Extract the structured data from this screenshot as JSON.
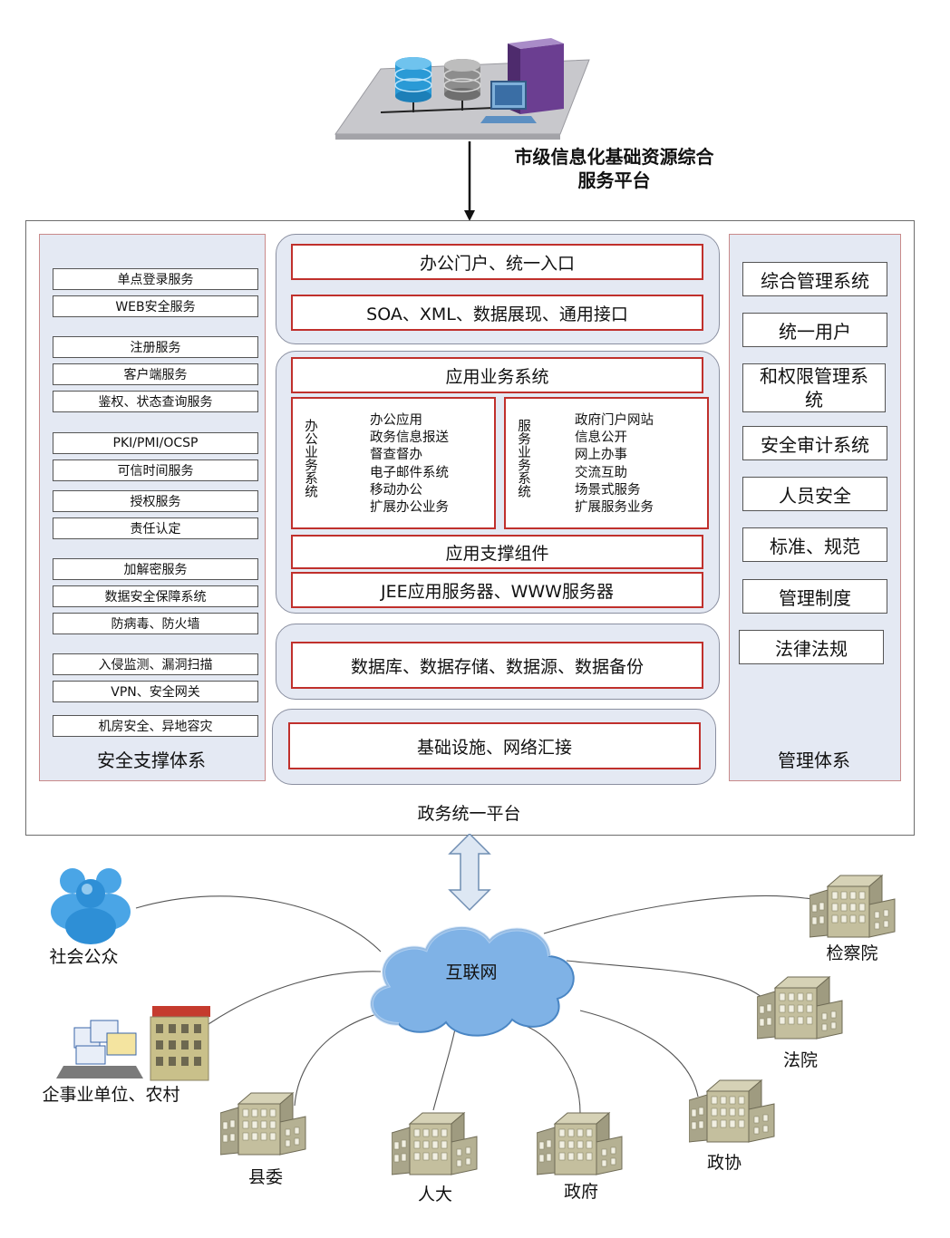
{
  "top": {
    "title_line1": "市级信息化基础资源综合",
    "title_line2": "服务平台"
  },
  "left_panel": {
    "items": [
      "单点登录服务",
      "WEB安全服务",
      "注册服务",
      "客户端服务",
      "鉴权、状态查询服务",
      "PKI/PMI/OCSP",
      "可信时间服务",
      "授权服务",
      "责任认定",
      "加解密服务",
      "数据安全保障系统",
      "防病毒、防火墙",
      "入侵监测、漏洞扫描",
      "VPN、安全网关",
      "机房安全、异地容灾"
    ],
    "title": "安全支撑体系"
  },
  "center": {
    "portal": "办公门户、统一入口",
    "soa": "SOA、XML、数据展现、通用接口",
    "app_system": "应用业务系统",
    "office": {
      "vertical": "办公业务系统",
      "items": [
        "办公应用",
        "政务信息报送",
        "督查督办",
        "电子邮件系统",
        "移动办公",
        "扩展办公业务"
      ]
    },
    "service": {
      "vertical": "服务业务系统",
      "items": [
        "政府门户网站",
        "信息公开",
        "网上办事",
        "交流互助",
        "场景式服务",
        "扩展服务业务"
      ]
    },
    "support": "应用支撑组件",
    "jee": "JEE应用服务器、WWW服务器",
    "database": "数据库、数据存储、数据源、数据备份",
    "infra": "基础设施、网络汇接"
  },
  "right_panel": {
    "items": [
      "综合管理系统",
      "统一用户",
      "和权限管理系统",
      "安全审计系统",
      "人员安全",
      "标准、规范",
      "管理制度",
      "法律法规"
    ],
    "title": "管理体系"
  },
  "platform_label": "政务统一平台",
  "network": {
    "cloud": "互联网",
    "nodes": {
      "public": "社会公众",
      "enterprise": "企事业单位、农村",
      "county": "县委",
      "npc": "人大",
      "gov": "政府",
      "cppcc": "政协",
      "court": "法院",
      "procuratorate": "检察院"
    }
  },
  "colors": {
    "panel_bg": "#e4e9f3",
    "red_border": "#c0302c",
    "cloud": "#7fb2e6",
    "building": "#b9b59a"
  }
}
